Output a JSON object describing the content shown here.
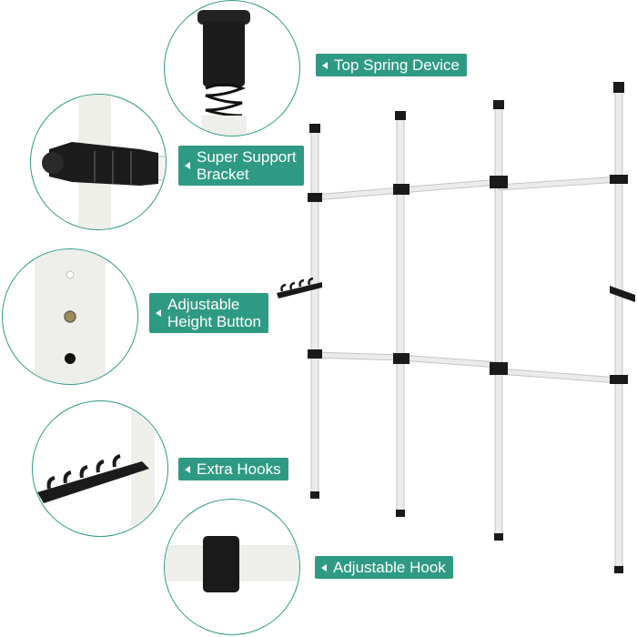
{
  "features": [
    {
      "id": "top-spring",
      "label": "Top Spring Device",
      "icon": "spring-cap-icon"
    },
    {
      "id": "support-bracket",
      "label_lines": [
        "Super Support",
        "Bracket"
      ],
      "icon": "bracket-icon"
    },
    {
      "id": "height-button",
      "label_lines": [
        "Adjustable",
        "Height Button"
      ],
      "icon": "pole-button-icon"
    },
    {
      "id": "extra-hooks",
      "label": "Extra Hooks",
      "icon": "hook-bar-icon"
    },
    {
      "id": "adjustable-hook",
      "label": "Adjustable Hook",
      "icon": "pole-clamp-icon"
    }
  ],
  "colors": {
    "accent": "#2f9a83",
    "circle_border": "#2e9a86",
    "pole": "#ebebeb",
    "fitting": "#1a1a1a"
  }
}
